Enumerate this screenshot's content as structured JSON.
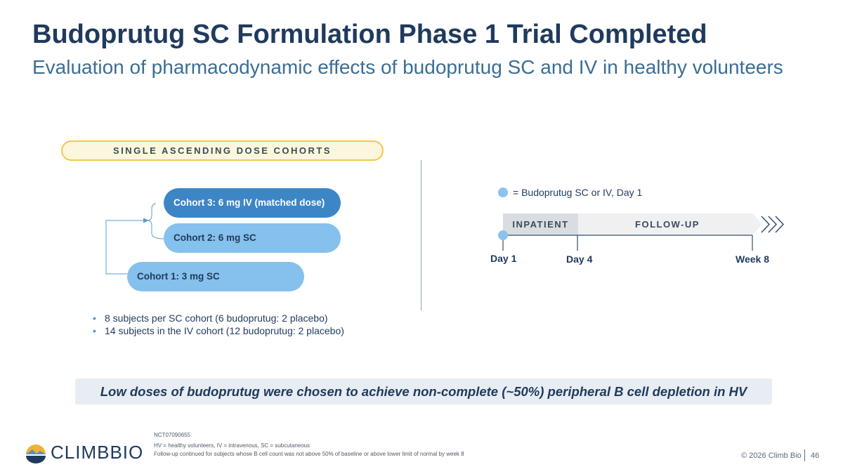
{
  "header": {
    "title": "Budoprutug SC Formulation Phase 1 Trial Completed",
    "subtitle": "Evaluation of pharmacodynamic effects of budoprutug SC and IV in healthy volunteers"
  },
  "cohorts_panel": {
    "banner": "SINGLE ASCENDING DOSE COHORTS",
    "cohorts": [
      {
        "label": "Cohort 3:  6 mg IV (matched dose)"
      },
      {
        "label": "Cohort 2:  6 mg SC"
      },
      {
        "label": "Cohort 1:  3 mg SC"
      }
    ],
    "bullets": [
      "8 subjects per SC cohort (6 budoprutug: 2 placebo)",
      "14 subjects in the IV cohort (12 budoprutug: 2 placebo)"
    ]
  },
  "timeline": {
    "legend": "= Budoprutug SC or IV, Day 1",
    "phases": [
      "INPATIENT",
      "FOLLOW-UP"
    ],
    "ticks": [
      "Day 1",
      "Day 4",
      "Week 8"
    ],
    "colors": {
      "dose_dot": "#8cc3ee",
      "inpatient": "#d9dde2",
      "followup": "#eef0f2"
    }
  },
  "callout": "Low doses of budoprutug were chosen to achieve non-complete (~50%) peripheral B cell depletion in HV",
  "footer": {
    "notes": [
      "NCT07090655",
      "HV = healthy volunteers, IV = intravenous, SC = subcutaneous",
      "Follow-up continued for subjects whose B cell count was not above 50% of baseline or above lower limit of normal by week 8"
    ],
    "logo_text": "CLIMBBIO",
    "copyright": "© 2026 Climb Bio",
    "page_number": "46"
  }
}
